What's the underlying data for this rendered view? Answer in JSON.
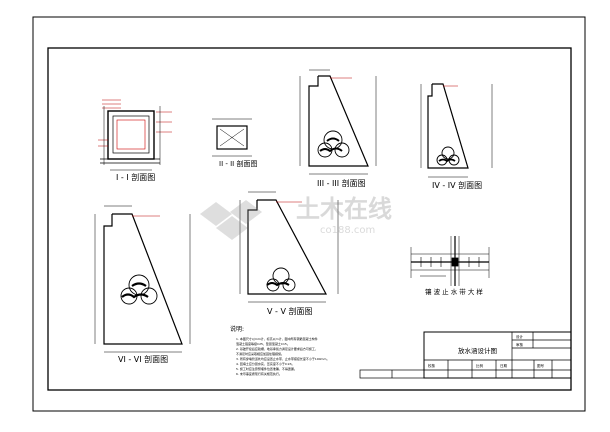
{
  "drawing": {
    "section_labels": {
      "s1": "I - I 剖面图",
      "s2": "II - II 剖面图",
      "s3": "III - III 剖面图",
      "s4": "IV - IV 剖面图",
      "s5": "V - V 剖面图",
      "s6": "VI - VI 剖面图",
      "waterstop": "镶 波 止 水 带 大 样"
    },
    "notes": {
      "heading": "说明:",
      "lines": [
        "1. 本图尺寸以mm计，标高以m计，图中所有钢筋混凝土构件",
        "   混凝土强度等级C25，垫层混凝土C15。",
        "2. 基础开挖后应验槽，地基承载力满足设计要求后方可施工，",
        "   不满足时应采取相应加固处理措施。",
        "3. 所有穿墙管道处均应设置止水带，止水带搭接长度不小于100mm。",
        "4. 回填土应分层夯实，压实度不小于0.93。",
        "5. 施工时应注意预埋件位置准确，不得遗漏。",
        "6. 未尽事宜按现行有关规范执行。"
      ]
    },
    "title_block": {
      "title": "放水涵设计图",
      "cells": [
        "设计",
        "审核",
        "校核",
        "比例",
        "日期",
        "图号"
      ]
    },
    "watermark": {
      "main": "土木在线",
      "sub": "co188.com"
    }
  }
}
